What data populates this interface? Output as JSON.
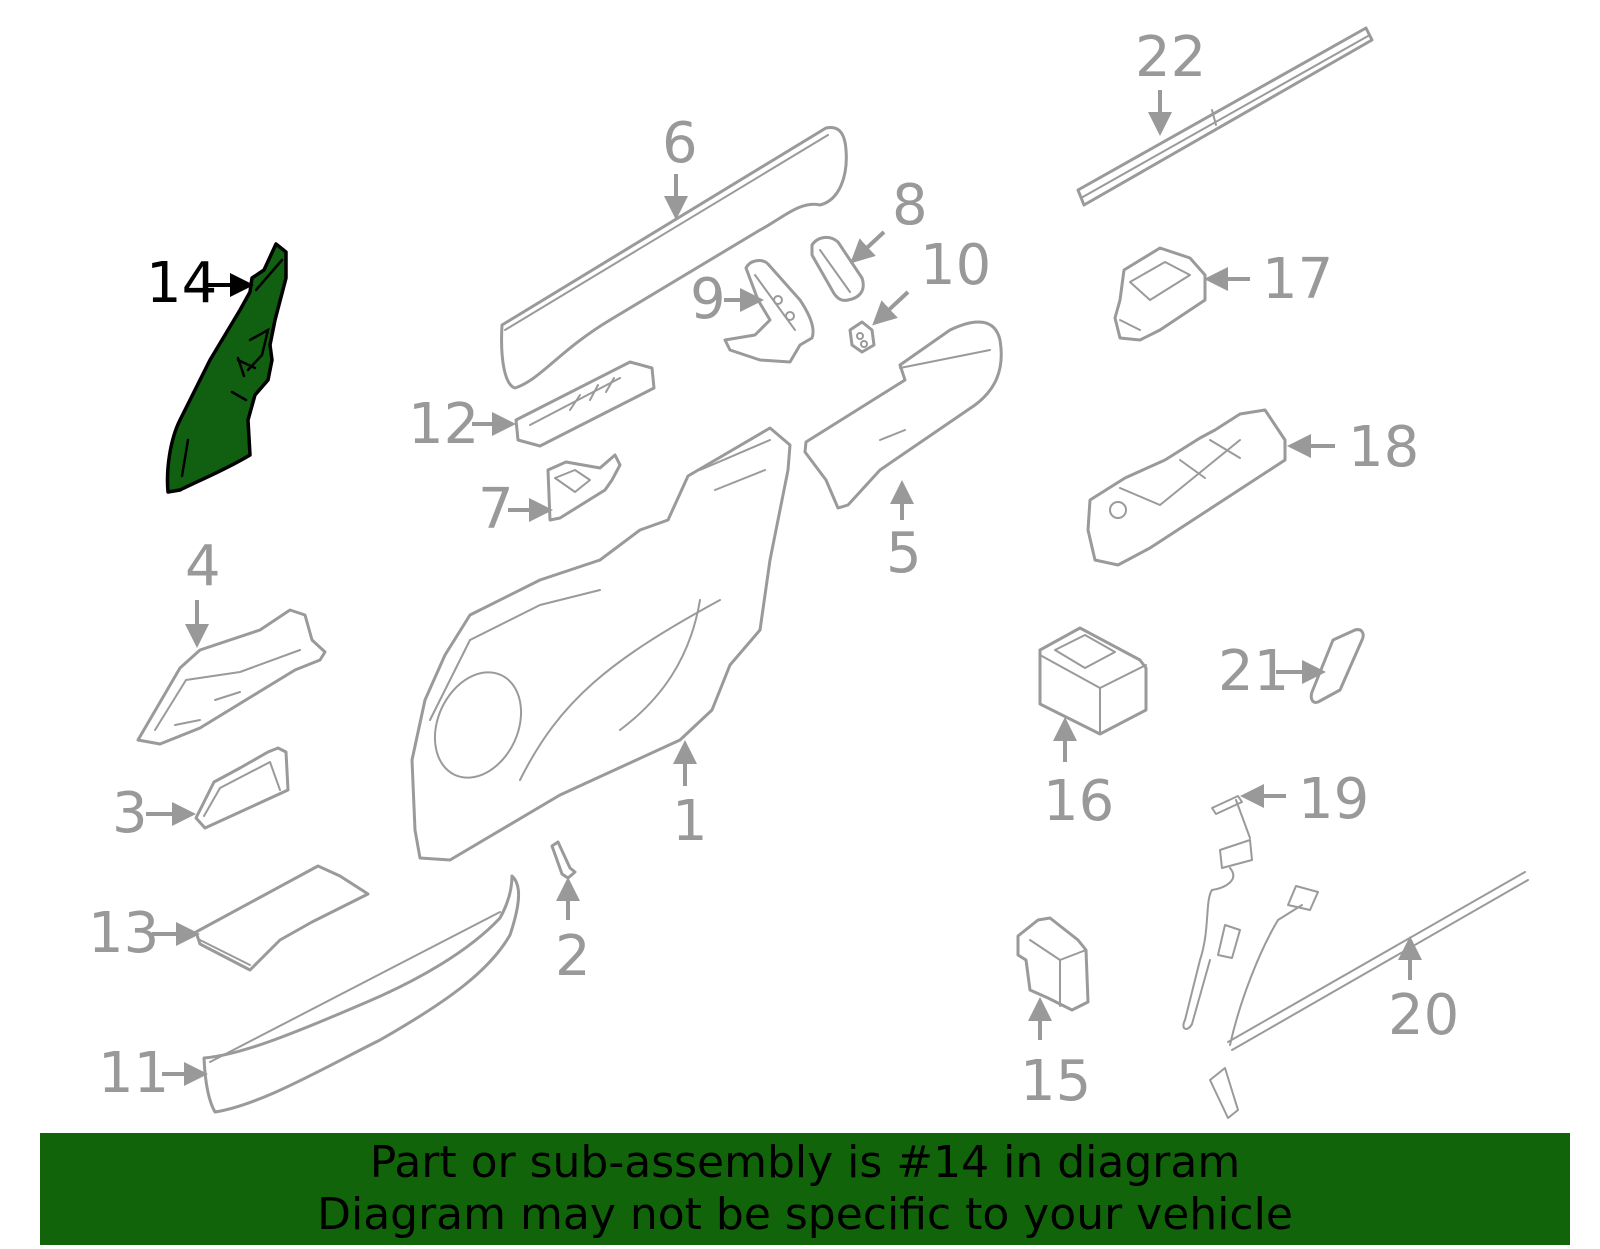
{
  "diagram": {
    "highlighted_part": "14",
    "colors": {
      "outline": "#9a9a9a",
      "callout_text": "#999999",
      "highlight_fill": "#116011",
      "highlight_outline": "#000000",
      "banner_bg": "#116409"
    },
    "callouts": [
      {
        "number": "1",
        "label": "1"
      },
      {
        "number": "2",
        "label": "2"
      },
      {
        "number": "3",
        "label": "3"
      },
      {
        "number": "4",
        "label": "4"
      },
      {
        "number": "5",
        "label": "5"
      },
      {
        "number": "6",
        "label": "6"
      },
      {
        "number": "7",
        "label": "7"
      },
      {
        "number": "8",
        "label": "8"
      },
      {
        "number": "9",
        "label": "9"
      },
      {
        "number": "10",
        "label": "10"
      },
      {
        "number": "11",
        "label": "11"
      },
      {
        "number": "12",
        "label": "12"
      },
      {
        "number": "13",
        "label": "13"
      },
      {
        "number": "14",
        "label": "14"
      },
      {
        "number": "15",
        "label": "15"
      },
      {
        "number": "16",
        "label": "16"
      },
      {
        "number": "17",
        "label": "17"
      },
      {
        "number": "18",
        "label": "18"
      },
      {
        "number": "19",
        "label": "19"
      },
      {
        "number": "20",
        "label": "20"
      },
      {
        "number": "21",
        "label": "21"
      },
      {
        "number": "22",
        "label": "22"
      }
    ]
  },
  "banner": {
    "line1": "Part or sub-assembly is #14 in diagram",
    "line2": "Diagram may not be specific to your vehicle"
  }
}
